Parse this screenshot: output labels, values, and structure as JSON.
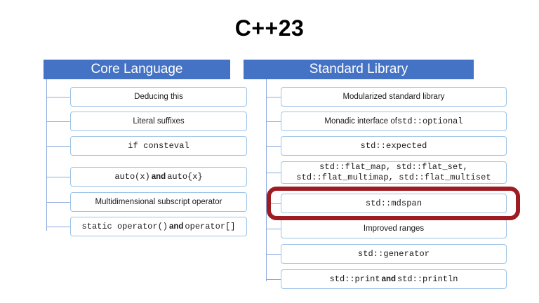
{
  "slide": {
    "title": "C++23"
  },
  "columns": [
    {
      "id": "core-language",
      "header": "Core Language",
      "items": [
        {
          "name": "deducing-this",
          "text": "Deducing this",
          "style": "sans"
        },
        {
          "name": "literal-suffixes",
          "text": "Literal suffixes",
          "style": "sans"
        },
        {
          "name": "if-consteval",
          "text": "if consteval",
          "style": "mono"
        },
        {
          "name": "auto-xy",
          "style": "mixed",
          "segments": [
            {
              "text": "auto(x) ",
              "font": "mono"
            },
            {
              "text": "and",
              "font": "sans"
            },
            {
              "text": " auto{x}",
              "font": "mono"
            }
          ]
        },
        {
          "name": "multidimensional-subscript-operator",
          "text": "Multidimensional subscript operator",
          "style": "sans"
        },
        {
          "name": "static-operator",
          "style": "mixed",
          "segments": [
            {
              "text": "static operator() ",
              "font": "mono"
            },
            {
              "text": "and",
              "font": "sans"
            },
            {
              "text": " operator[]",
              "font": "mono"
            }
          ]
        }
      ]
    },
    {
      "id": "standard-library",
      "header": "Standard Library",
      "items": [
        {
          "name": "modularized-standard-library",
          "text": "Modularized standard library",
          "style": "sans"
        },
        {
          "name": "monadic-interface-optional",
          "style": "mixed",
          "segments": [
            {
              "text": "Monadic interface of ",
              "font": "sans"
            },
            {
              "text": "std::optional",
              "font": "mono"
            }
          ]
        },
        {
          "name": "std-expected",
          "text": "std::expected",
          "style": "mono"
        },
        {
          "name": "std-flat-containers",
          "text": "std::flat_map, std::flat_set,\nstd::flat_multimap, std::flat_multiset",
          "style": "mono-two-line"
        },
        {
          "name": "std-mdspan",
          "text": "std::mdspan",
          "style": "mono",
          "highlighted": true
        },
        {
          "name": "improved-ranges",
          "text": "Improved ranges",
          "style": "sans"
        },
        {
          "name": "std-generator",
          "text": "std::generator",
          "style": "mono"
        },
        {
          "name": "std-print-println",
          "style": "mixed",
          "segments": [
            {
              "text": "std::print ",
              "font": "mono"
            },
            {
              "text": "and",
              "font": "sans"
            },
            {
              "text": " std::println",
              "font": "mono"
            }
          ]
        }
      ]
    }
  ],
  "highlight": {
    "name": "mdspan-highlight",
    "target": "std::mdspan",
    "color": "#9E1B22"
  },
  "colors": {
    "header_blue": "#4472C4",
    "box_border": "#9DC3E6",
    "connector": "#8FAADC",
    "highlight_red": "#9E1B22",
    "title_text": "#000000"
  }
}
